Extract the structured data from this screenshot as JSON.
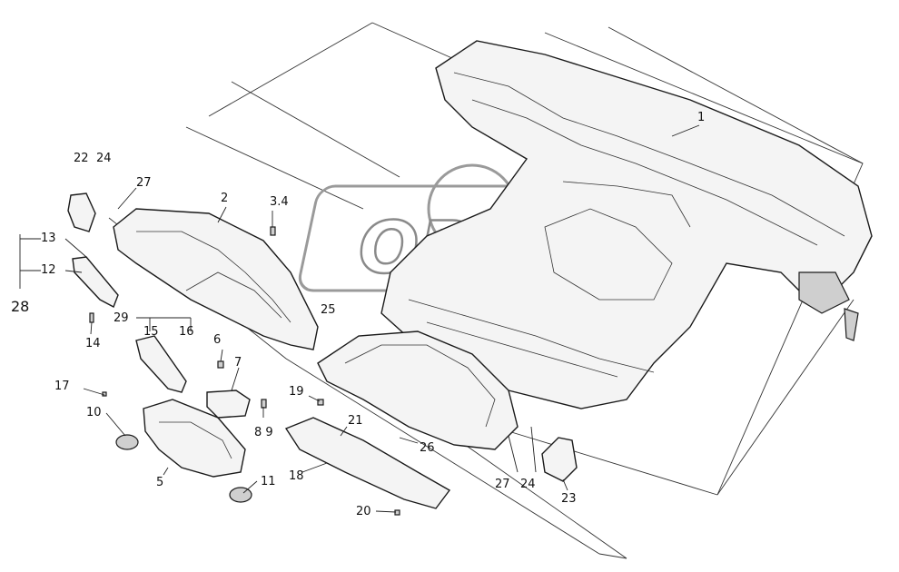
{
  "watermark": {
    "text": "OPEX"
  },
  "callouts": {
    "c1": "1",
    "c2": "2",
    "c3_4": "3.4",
    "c5": "5",
    "c6": "6",
    "c7": "7",
    "c8_9": "8 9",
    "c10": "10",
    "c11": "11",
    "c12": "12",
    "c13": "13",
    "c14": "14",
    "c15": "15",
    "c16": "16",
    "c17": "17",
    "c18": "18",
    "c19": "19",
    "c20": "20",
    "c21": "21",
    "c22": "22",
    "c23": "23",
    "c24a": "24",
    "c24b": "24",
    "c25": "25",
    "c26": "26",
    "c27a": "27",
    "c27b": "27",
    "c28": "28",
    "c29": "29"
  }
}
